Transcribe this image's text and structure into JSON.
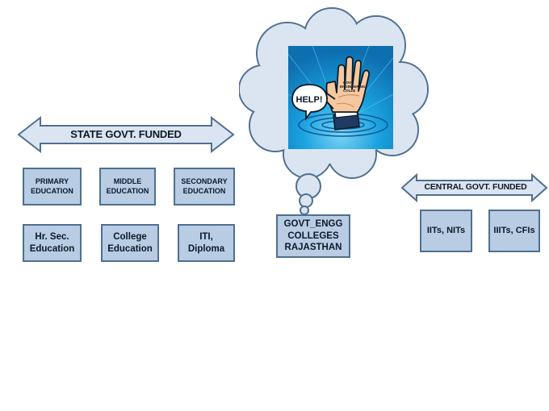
{
  "state_arrow": {
    "label": "STATE GOVT. FUNDED"
  },
  "central_arrow": {
    "label": "CENTRAL GOVT. FUNDED"
  },
  "state_boxes": {
    "primary": "PRIMARY\nEDUCATION",
    "middle": "MIDDLE\nEDUCATION",
    "secondary": "SECONDARY\nEDUCATION",
    "hr_sec": "Hr. Sec.\nEducation",
    "college": "College\nEducation",
    "iti": "ITI,\nDiploma"
  },
  "central_boxes": {
    "iits": "IITs, NITs",
    "iiits": "IIITs, CFIs"
  },
  "govt_engg_box": "GOVT_ENGG\nCOLLEGES\nRAJASTHAN",
  "image": {
    "help_text": "HELP!",
    "palm_text": "GOVT\nENGINEERING\nCOLLE"
  },
  "colors": {
    "box_fill": "#b8cce4",
    "box_border": "#4f6f8f",
    "arrow_fill": "#dbe5f1",
    "arrow_border": "#4f6f8f",
    "cloud_fill": "#dbe5f1",
    "cloud_border": "#4f6f8f",
    "water": "#1aa3e0",
    "hand_skin": "#f6c89f"
  },
  "icons": [
    "drowning-hand-icon",
    "speech-bubble-icon"
  ]
}
